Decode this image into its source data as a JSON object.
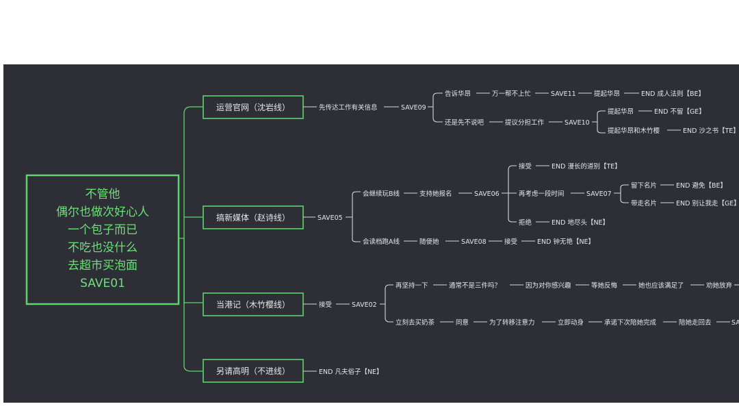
{
  "colors": {
    "background": "#2e2f36",
    "accent": "#5cd66a",
    "text": "#e6e6e6",
    "root_text": "#6ee07a"
  },
  "root": {
    "lines": [
      "不管他",
      "偶尔也做次好心人",
      "一个包子而已",
      "不吃也没什么",
      "去超市买泡面",
      "SAVE01"
    ]
  },
  "branches": [
    {
      "label": "运营官网（沈岩线）"
    },
    {
      "label": "搞新媒体（赵诗线）"
    },
    {
      "label": "当港记（木竹樱线）"
    },
    {
      "label": "另请高明（不进线）"
    }
  ],
  "nodes": {
    "b1": {
      "n1": "先传达工作有关信息",
      "save": "SAVE09",
      "a1": "告诉华昂",
      "a2": "万一帮不上忙",
      "a3": "SAVE11",
      "a4": "提起华昂",
      "a5": "END 成人法则【BE】",
      "b_1": "还是先不说吧",
      "b_2": "提议分担工作",
      "b_3": "SAVE10",
      "c1": "提起华昂",
      "c2": "END 不留【GE】",
      "d1": "提起华昂和木竹樱",
      "d2": "END 沙之书【TE】"
    },
    "b2": {
      "save": "SAVE05",
      "a1": "会继续玩B线",
      "a2": "支持她报名",
      "a3": "SAVE06",
      "x1": "接受",
      "x2": "END 漫长的道别【TE】",
      "y1": "再考虑一段时间",
      "y2": "SAVE07",
      "y3": "留下名片",
      "y4": "END 避免【BE】",
      "y5": "带走名片",
      "y6": "END 别让我走【GE】",
      "z1": "拒绝",
      "z2": "END 地尽头【NE】",
      "b_1": "会读档跑A线",
      "b_2": "随便她",
      "b_3": "SAVE08",
      "b_4": "接受",
      "b_5": "END 钟无艳【NE】"
    },
    "b3": {
      "n1": "接受",
      "save": "SAVE02",
      "a1": "再坚持一下",
      "a2": "通常不是三件吗？",
      "a3": "因为对你感兴趣",
      "a4": "等她反悔",
      "a5": "她也应该满足了",
      "a6": "劝她放弃",
      "b_1": "立刻去买奶茶",
      "b_2": "同意",
      "b_3": "为了转移注意力",
      "b_4": "立即动身",
      "b_5": "承诺下次陪她完成",
      "b_6": "陪她走回去",
      "b_7": "SA"
    },
    "b4": {
      "n1": "END 凡夫俗子【NE】"
    }
  }
}
